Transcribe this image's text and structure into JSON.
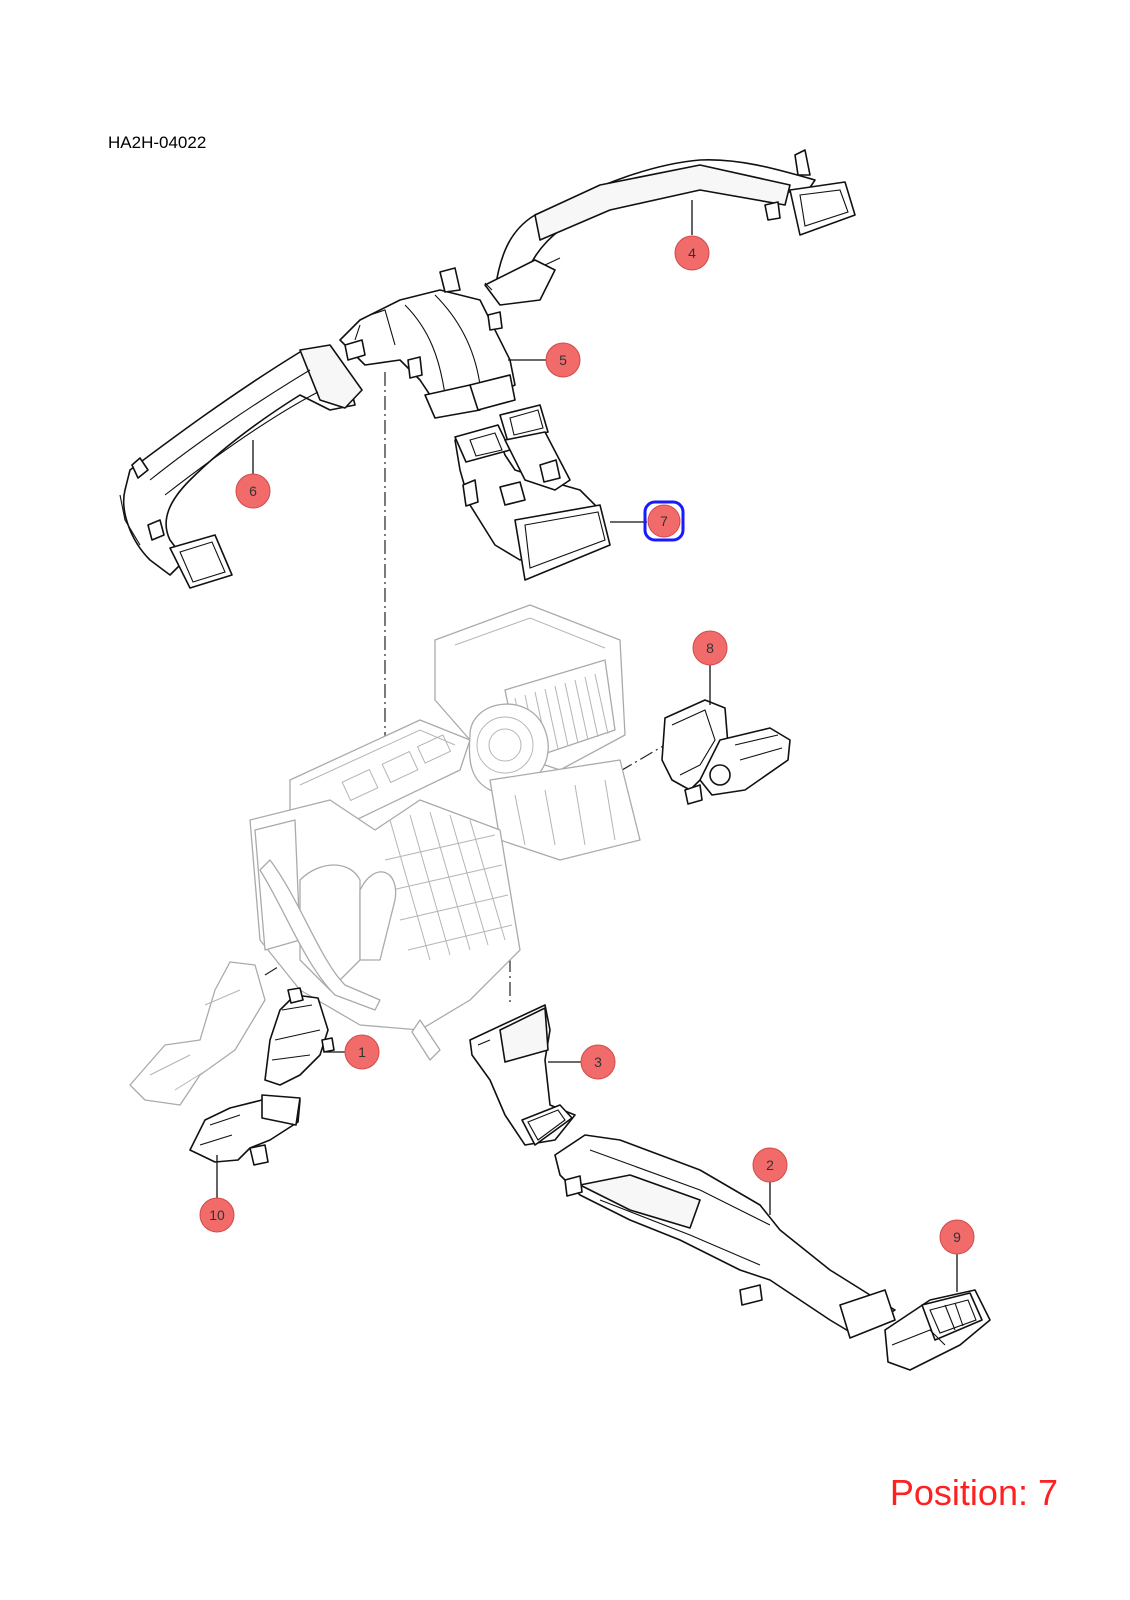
{
  "diagram_code": "HA2H-04022",
  "position_label": "Position: 7",
  "callouts": [
    {
      "label": "1"
    },
    {
      "label": "2"
    },
    {
      "label": "3"
    },
    {
      "label": "4"
    },
    {
      "label": "5"
    },
    {
      "label": "6"
    },
    {
      "label": "7"
    },
    {
      "label": "8"
    },
    {
      "label": "9"
    },
    {
      "label": "10"
    }
  ],
  "selected_callout": "7",
  "colors": {
    "callout_fill": "#f26b6b",
    "selected_outline": "#1a1aff",
    "position_text": "#ff2020"
  }
}
